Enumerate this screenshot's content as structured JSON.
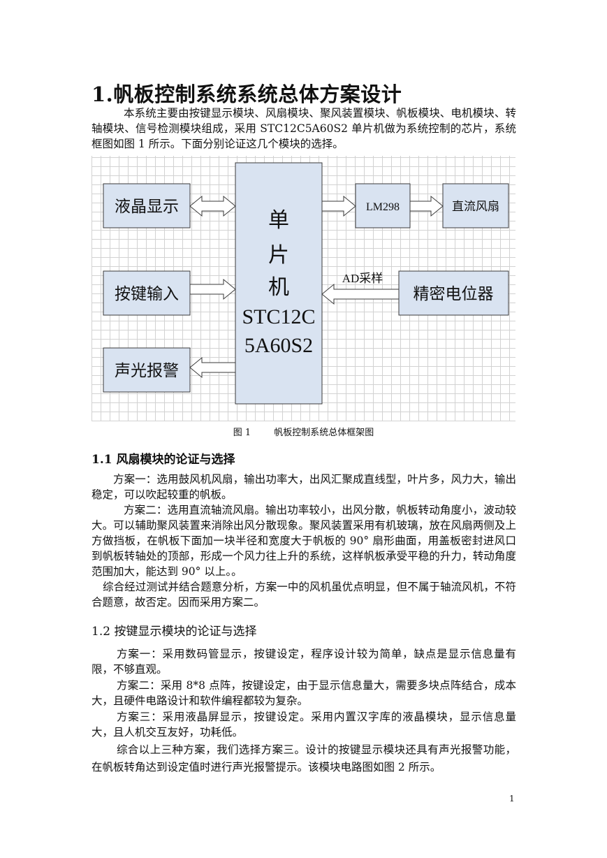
{
  "heading": "1.帆板控制系统系统总体方案设计",
  "intro": "本系统主要由按键显示模块、风扇模块、聚风装置模块、帆板模块、电机模块、转轴模块、信号检测模块组成，采用 STC12C5A60S2 单片机做为系统控制的芯片，系统框图如图 1 所示。下面分别论证这几个模块的选择。",
  "diagram": {
    "mcu_lines": [
      "单",
      "片",
      "机",
      "STC12C",
      "5A60S2"
    ],
    "lcd": "液晶显示",
    "keys": "按键输入",
    "alarm": "声光报警",
    "driver": "LM298",
    "fan": "直流风扇",
    "pot": "精密电位器",
    "ad_label": "AD采样"
  },
  "figure_caption": "图 1        帆板控制系统总体框架图",
  "section1": {
    "title": "1.1 风扇模块的论证与选择",
    "p1": "方案一：选用鼓风机风扇，输出功率大，出风汇聚成直线型，叶片多，风力大，输出稳定，可以吹起较重的帆板。",
    "p2": "方案二：选用直流轴流风扇。输出功率较小，出风分散，帆板转动角度小，波动较大。可以辅助聚风装置来消除出风分散现象。聚风装置采用有机玻璃，放在风扇两侧及上方做挡板，在帆板下面加一块半径和宽度大于帆板的 90° 扇形曲面，用盖板密封进风口到帆板转轴处的顶部，形成一个风力往上升的系统，这样帆板承受平稳的升力，转动角度范围加大，能达到 90° 以上。。",
    "p3": "综合经过测试并结合题意分析，方案一中的风机虽优点明显，但不属于轴流风机，不符合题意，故否定。因而采用方案二。"
  },
  "section2": {
    "title": "1.2 按键显示模块的论证与选择",
    "p1": "方案一：采用数码管显示，按键设定，程序设计较为简单，缺点是显示信息量有限，不够直观。",
    "p2": "方案二：采用 8*8 点阵，按键设定，由于显示信息量大，需要多块点阵结合，成本大，且硬件电路设计和软件编程都较为复杂。",
    "p3": "方案三：采用液晶屏显示，按键设定。采用内置汉字库的液晶模块，显示信息量大，且人机交互友好，功耗低。",
    "p4": "综合以上三种方案，我们选择方案三。设计的按键显示模块还具有声光报警功能，在帆板转角达到设定值时进行声光报警提示。该模块电路图如图 2 所示。"
  },
  "page_number": "1"
}
